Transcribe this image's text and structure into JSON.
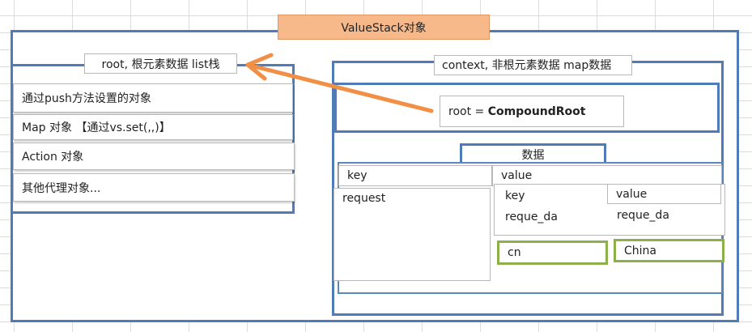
{
  "title": "ValueStack对象",
  "root_section": {
    "label": "root, 根元素数据 list栈",
    "items": [
      {
        "text": "通过push方法设置的对象"
      },
      {
        "text": "Map 对象 【通过vs.set(,,)】"
      },
      {
        "text": "Action 对象"
      },
      {
        "text": "其他代理对象..."
      }
    ]
  },
  "context_section": {
    "label": "context, 非根元素数据 map数据",
    "root_prefix": "root = ",
    "root_value": "CompoundRoot",
    "data_label": "数据",
    "key_header": "key",
    "value_header": "value",
    "request": "request",
    "inner_key": "key",
    "inner_value": "value",
    "reque_key": "reque_da",
    "reque_value": "reque_da",
    "cn": "cn",
    "china": "China"
  },
  "colors": {
    "blue": "#4f7cb8",
    "orange": "#f08f45",
    "green": "#8db04a",
    "title_bg": "#f7b98a"
  }
}
